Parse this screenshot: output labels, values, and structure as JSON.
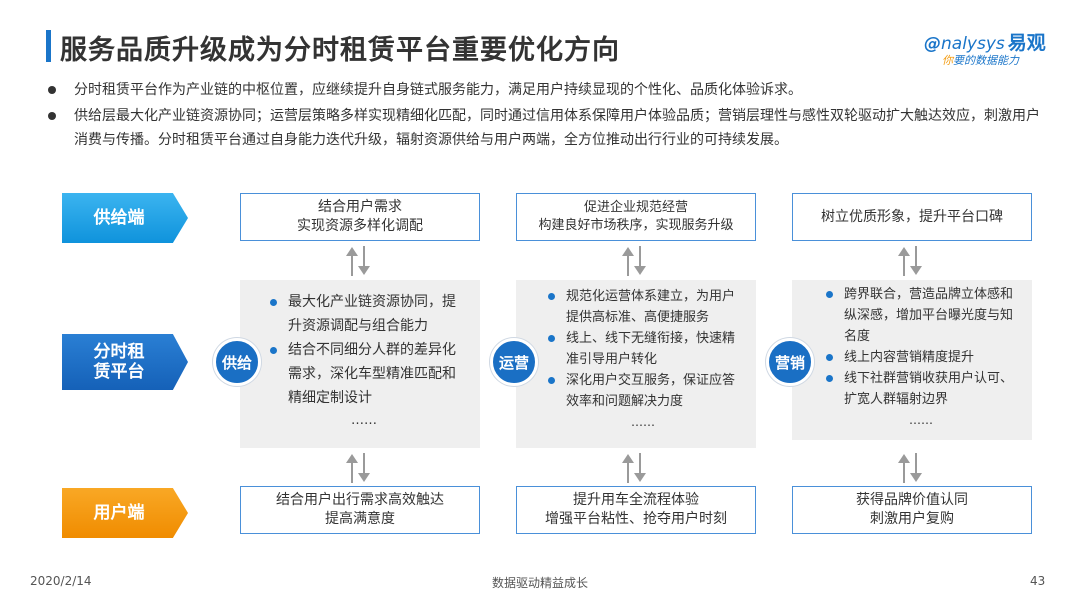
{
  "header": {
    "title": "服务品质升级成为分时租赁平台重要优化方向",
    "logo_text": "nalysys",
    "logo_cn": "易观",
    "logo_slogan_ni": "你",
    "logo_slogan": "要的数据能力",
    "accent_color": "#1a75c9"
  },
  "bullets": [
    "分时租赁平台作为产业链的中枢位置，应继续提升自身链式服务能力，满足用户持续显现的个性化、品质化体验诉求。",
    "供给层最大化产业链资源协同；运营层策略多样实现精细化匹配，同时通过信用体系保障用户体验品质；营销层理性与感性双轮驱动扩大触达效应，刺激用户消费与传播。分时租赁平台通过自身能力迭代升级，辐射资源供给与用户两端，全方位推动出行行业的可持续发展。"
  ],
  "tags": {
    "supply": "供给端",
    "platform": "分时租赁平台",
    "user": "用户端"
  },
  "columns": [
    {
      "circle_label": "供给",
      "top_lines": [
        "结合用户需求",
        "实现资源多样化调配"
      ],
      "items": [
        "最大化产业链资源协同，提升资源调配与组合能力",
        "结合不同细分人群的差异化需求，深化车型精准匹配和精细定制设计"
      ],
      "ellipsis": "……",
      "bottom_lines": [
        "结合用户出行需求高效触达",
        "提高满意度"
      ]
    },
    {
      "circle_label": "运营",
      "top_lines": [
        "促进企业规范经营",
        "构建良好市场秩序，实现服务升级"
      ],
      "items": [
        "规范化运营体系建立，为用户提供高标准、高便捷服务",
        "线上、线下无缝衔接，快速精准引导用户转化",
        "深化用户交互服务，保证应答效率和问题解决力度"
      ],
      "ellipsis": "……",
      "bottom_lines": [
        "提升用车全流程体验",
        "增强平台粘性、抢夺用户时刻"
      ]
    },
    {
      "circle_label": "营销",
      "top_lines": [
        "树立优质形象，提升平台口碑"
      ],
      "items": [
        "跨界联合，营造品牌立体感和纵深感，增加平台曝光度与知名度",
        "线上内容营销精度提升",
        "线下社群营销收获用户认可、扩宽人群辐射边界"
      ],
      "ellipsis": "……",
      "bottom_lines": [
        "获得品牌价值认同",
        "刺激用户复购"
      ]
    }
  ],
  "footer": {
    "date": "2020/2/14",
    "center": "数据驱动精益成长",
    "page": "43"
  }
}
